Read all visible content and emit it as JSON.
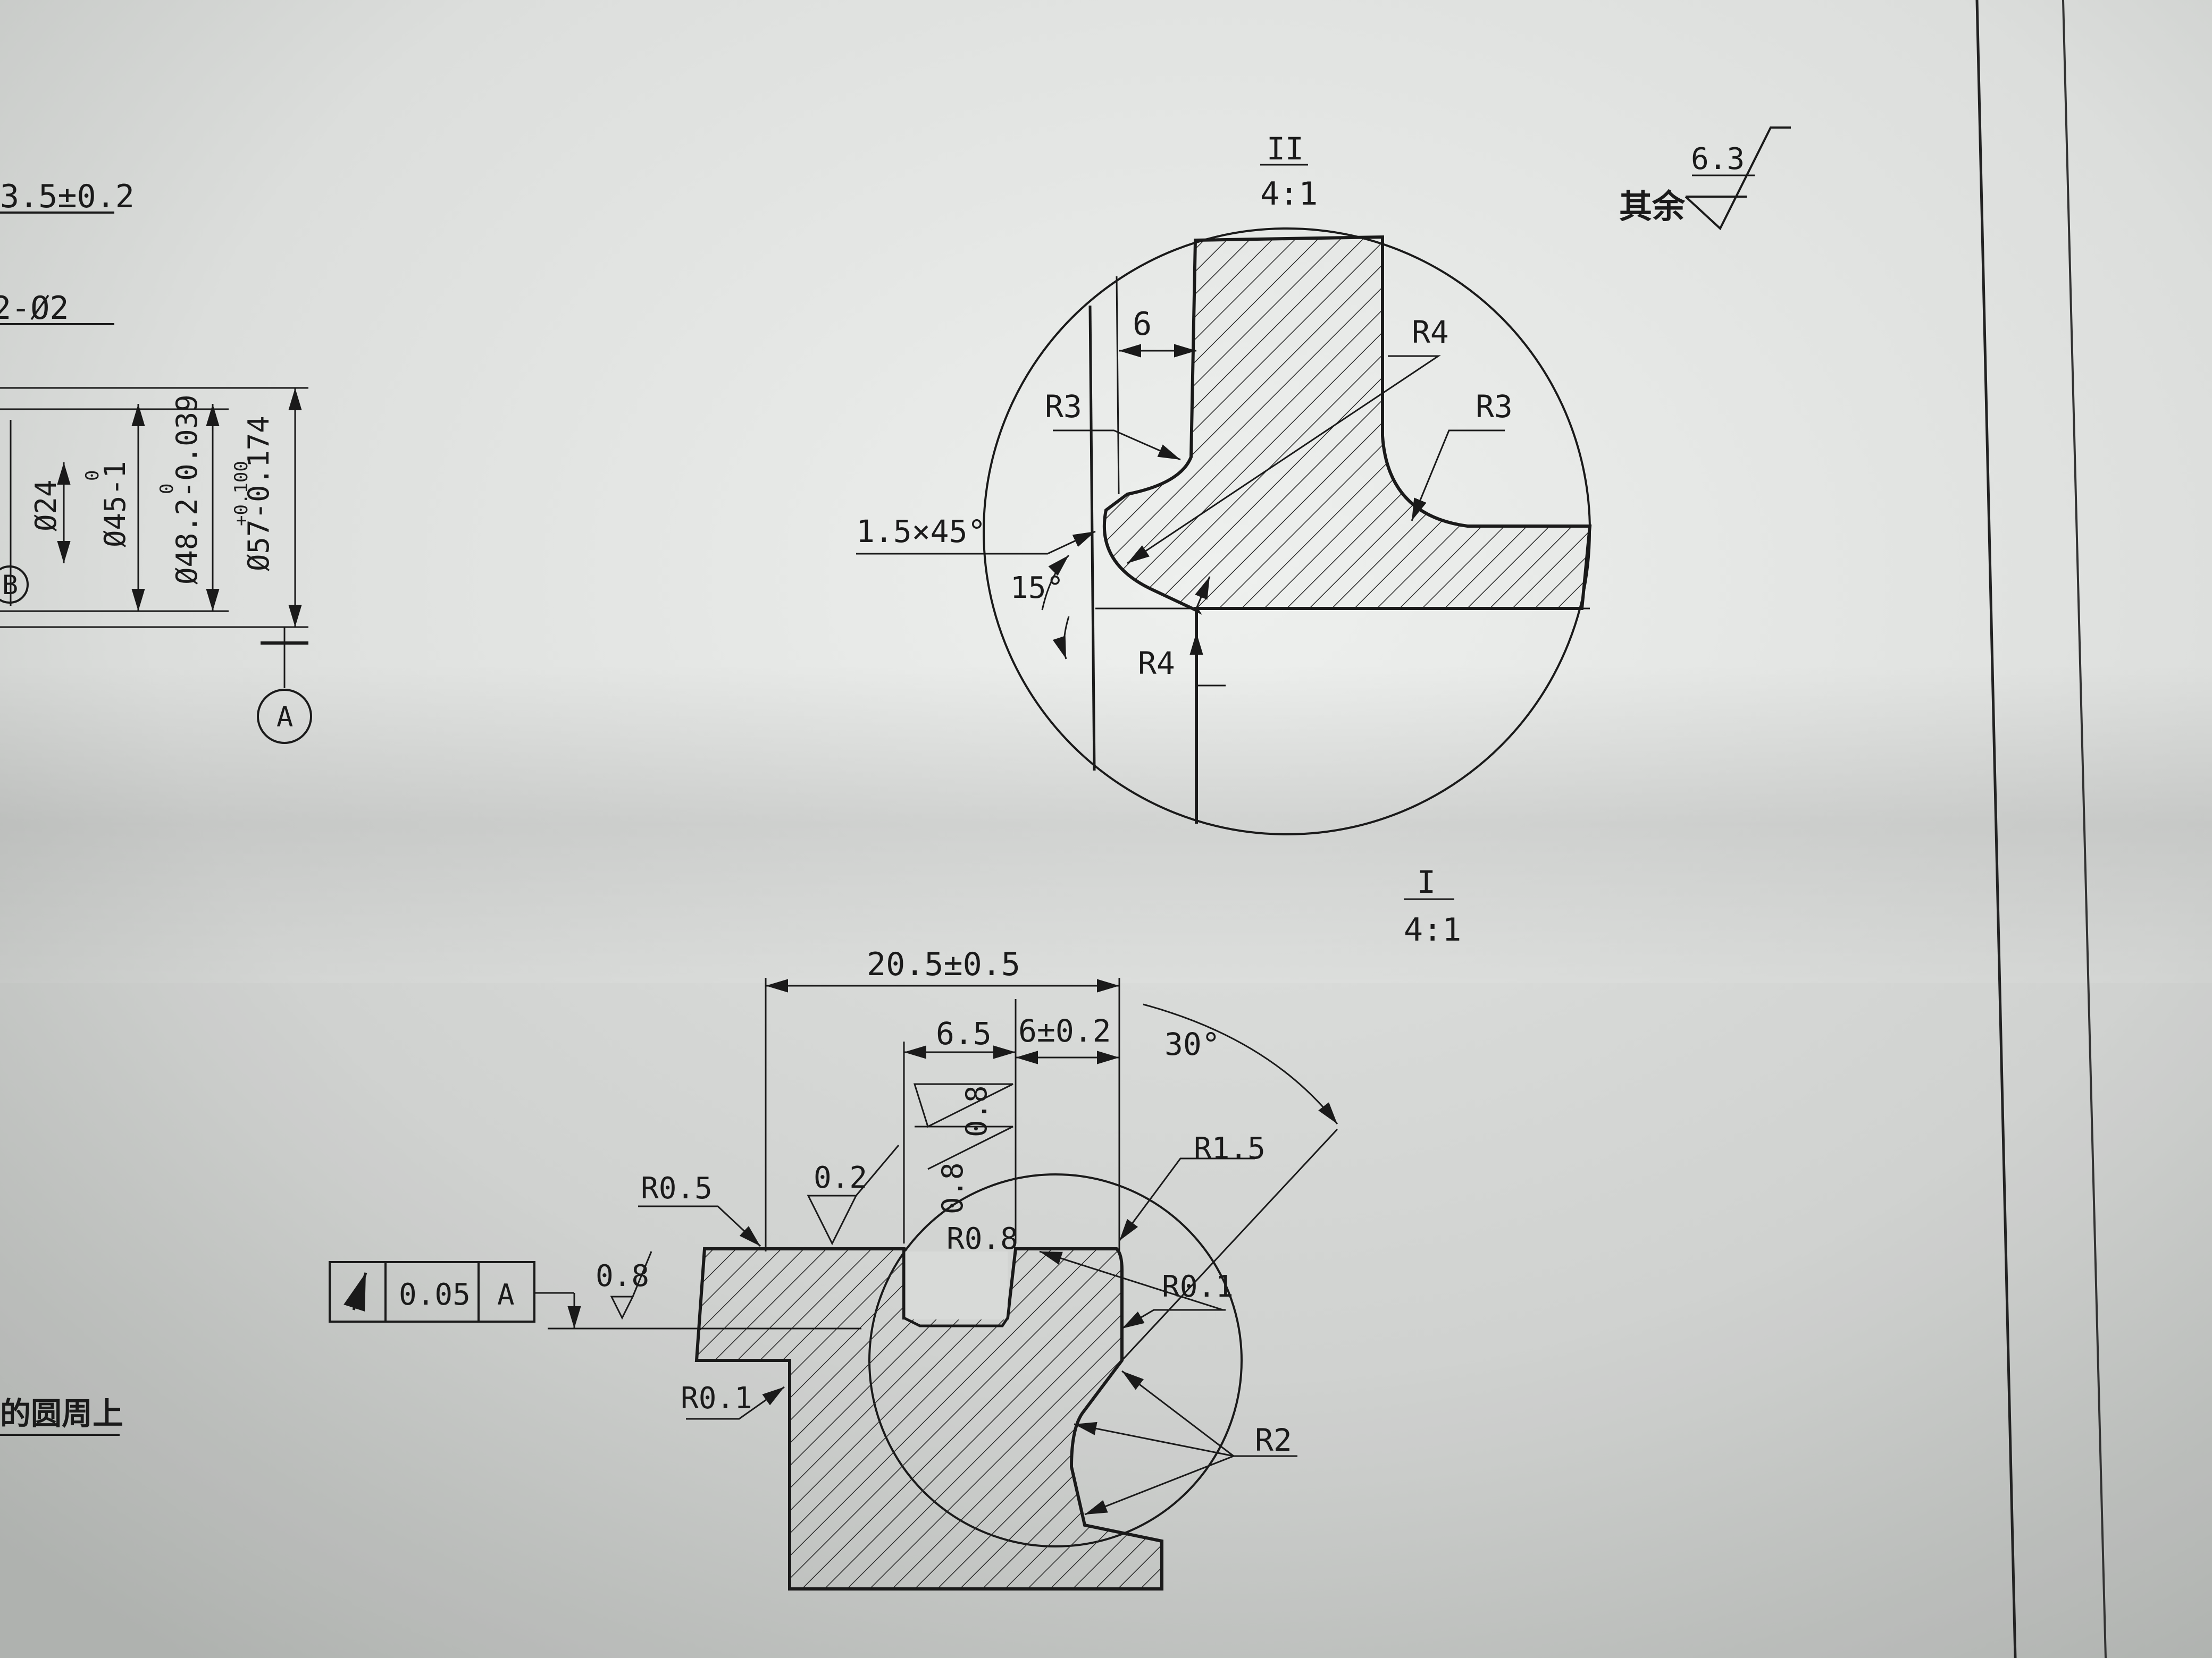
{
  "left_partial": {
    "top_dim": "3.5±0.2",
    "ref_label": "2-Ø2",
    "dim_d24": "Ø24",
    "dim_d45": "Ø45-1",
    "dim_d45_tol": "0",
    "dim_d48": "Ø48.2-0.039",
    "dim_d48_tol": "0",
    "dim_d57": "Ø57-0.174",
    "dim_d57_tol": "+0.100",
    "datum_b": "B",
    "datum_a": "A",
    "note_cut": "的圆周上"
  },
  "detail_ii": {
    "label": "II",
    "scale": "4:1",
    "dim_6": "6",
    "r4_top": "R4",
    "r3_left": "R3",
    "r3_right": "R3",
    "chamfer": "1.5×45°",
    "angle": "15°",
    "r4_bottom": "R4"
  },
  "roughness_default": {
    "prefix": "其余",
    "value": "6.3"
  },
  "detail_i": {
    "label": "I",
    "scale": "4:1",
    "dim_total": "20.5±0.5",
    "dim_65": "6.5",
    "dim_6": "6±0.2",
    "angle": "30°",
    "rough_08_a": "0.8",
    "rough_08_b": "0.8",
    "rough_02": "0.2",
    "rough_08_c": "0.8",
    "r05": "R0.5",
    "r15": "R1.5",
    "r08": "R0.8",
    "r01_right": "R0.1",
    "r01_left": "R0.1",
    "r2": "R2",
    "gdt_tol": "0.05",
    "gdt_datum": "A",
    "gdt_symbol": "runout-arrow-icon"
  }
}
